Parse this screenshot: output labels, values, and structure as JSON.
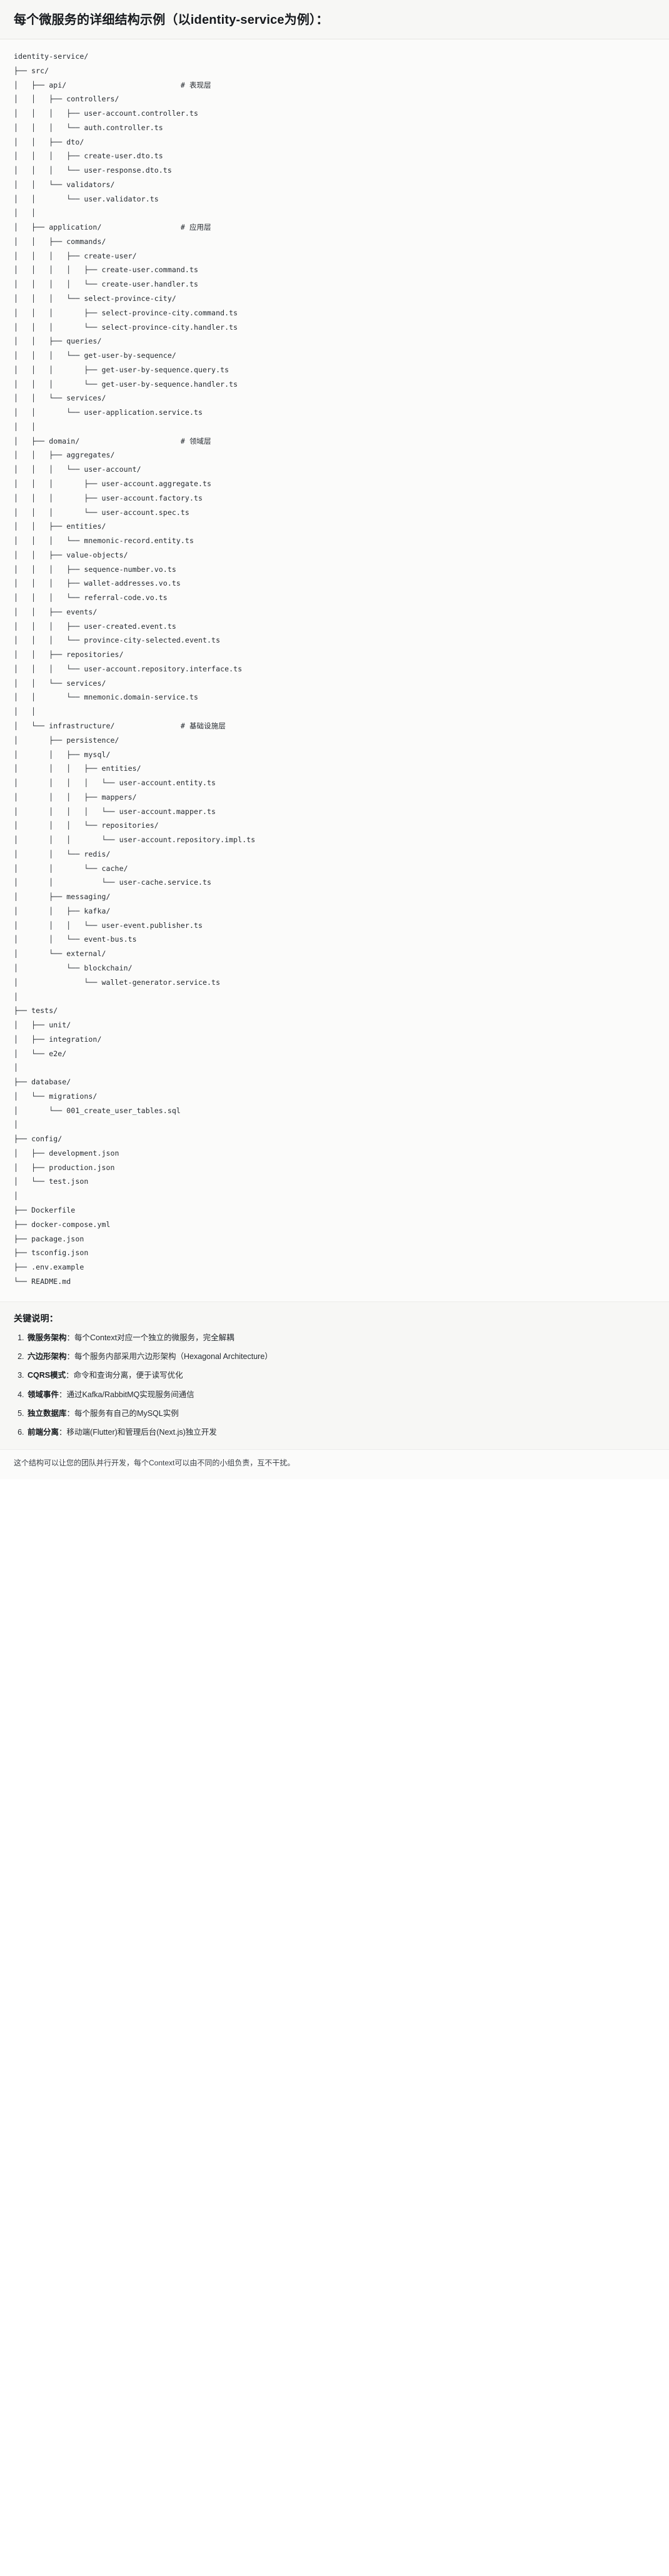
{
  "header": {
    "title": "每个微服务的详细结构示例（以identity-service为例）："
  },
  "tree": {
    "text": "identity-service/\n├── src/\n│   ├── api/                          # 表现层\n│   │   ├── controllers/\n│   │   │   ├── user-account.controller.ts\n│   │   │   └── auth.controller.ts\n│   │   ├── dto/\n│   │   │   ├── create-user.dto.ts\n│   │   │   └── user-response.dto.ts\n│   │   └── validators/\n│   │       └── user.validator.ts\n│   │\n│   ├── application/                  # 应用层\n│   │   ├── commands/\n│   │   │   ├── create-user/\n│   │   │   │   ├── create-user.command.ts\n│   │   │   │   └── create-user.handler.ts\n│   │   │   └── select-province-city/\n│   │   │       ├── select-province-city.command.ts\n│   │   │       └── select-province-city.handler.ts\n│   │   ├── queries/\n│   │   │   └── get-user-by-sequence/\n│   │   │       ├── get-user-by-sequence.query.ts\n│   │   │       └── get-user-by-sequence.handler.ts\n│   │   └── services/\n│   │       └── user-application.service.ts\n│   │\n│   ├── domain/                       # 领域层\n│   │   ├── aggregates/\n│   │   │   └── user-account/\n│   │   │       ├── user-account.aggregate.ts\n│   │   │       ├── user-account.factory.ts\n│   │   │       └── user-account.spec.ts\n│   │   ├── entities/\n│   │   │   └── mnemonic-record.entity.ts\n│   │   ├── value-objects/\n│   │   │   ├── sequence-number.vo.ts\n│   │   │   ├── wallet-addresses.vo.ts\n│   │   │   └── referral-code.vo.ts\n│   │   ├── events/\n│   │   │   ├── user-created.event.ts\n│   │   │   └── province-city-selected.event.ts\n│   │   ├── repositories/\n│   │   │   └── user-account.repository.interface.ts\n│   │   └── services/\n│   │       └── mnemonic.domain-service.ts\n│   │\n│   └── infrastructure/               # 基础设施层\n│       ├── persistence/\n│       │   ├── mysql/\n│       │   │   ├── entities/\n│       │   │   │   └── user-account.entity.ts\n│       │   │   ├── mappers/\n│       │   │   │   └── user-account.mapper.ts\n│       │   │   └── repositories/\n│       │   │       └── user-account.repository.impl.ts\n│       │   └── redis/\n│       │       └── cache/\n│       │           └── user-cache.service.ts\n│       ├── messaging/\n│       │   ├── kafka/\n│       │   │   └── user-event.publisher.ts\n│       │   └── event-bus.ts\n│       └── external/\n│           └── blockchain/\n│               └── wallet-generator.service.ts\n│\n├── tests/\n│   ├── unit/\n│   ├── integration/\n│   └── e2e/\n│\n├── database/\n│   └── migrations/\n│       └── 001_create_user_tables.sql\n│\n├── config/\n│   ├── development.json\n│   ├── production.json\n│   └── test.json\n│\n├── Dockerfile\n├── docker-compose.yml\n├── package.json\n├── tsconfig.json\n├── .env.example\n└── README.md"
  },
  "keys": {
    "title": "关键说明：",
    "items": [
      {
        "term": "微服务架构",
        "sep": "：",
        "desc": "每个Context对应一个独立的微服务，完全解耦"
      },
      {
        "term": "六边形架构",
        "sep": "：",
        "desc": "每个服务内部采用六边形架构（Hexagonal Architecture）"
      },
      {
        "term": "CQRS模式",
        "sep": "：",
        "desc": "命令和查询分离，便于读写优化"
      },
      {
        "term": "领域事件",
        "sep": "：",
        "desc": "通过Kafka/RabbitMQ实现服务间通信"
      },
      {
        "term": "独立数据库",
        "sep": "：",
        "desc": "每个服务有自己的MySQL实例"
      },
      {
        "term": "前端分离",
        "sep": "：",
        "desc": "移动端(Flutter)和管理后台(Next.js)独立开发"
      }
    ]
  },
  "footer": {
    "note": "这个结构可以让您的团队并行开发，每个Context可以由不同的小组负责，互不干扰。"
  }
}
